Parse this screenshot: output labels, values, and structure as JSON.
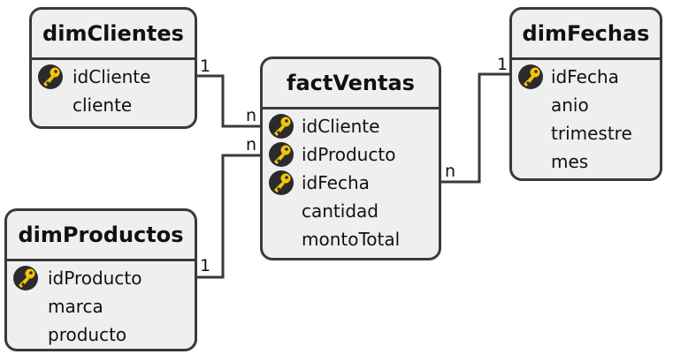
{
  "entities": {
    "dimClientes": {
      "title": "dimClientes",
      "attributes": [
        {
          "name": "idCliente",
          "key": true
        },
        {
          "name": "cliente",
          "key": false
        }
      ]
    },
    "dimProductos": {
      "title": "dimProductos",
      "attributes": [
        {
          "name": "idProducto",
          "key": true
        },
        {
          "name": "marca",
          "key": false
        },
        {
          "name": "producto",
          "key": false
        }
      ]
    },
    "factVentas": {
      "title": "factVentas",
      "attributes": [
        {
          "name": "idCliente",
          "key": true
        },
        {
          "name": "idProducto",
          "key": true
        },
        {
          "name": "idFecha",
          "key": true
        },
        {
          "name": "cantidad",
          "key": false
        },
        {
          "name": "montoTotal",
          "key": false
        }
      ]
    },
    "dimFechas": {
      "title": "dimFechas",
      "attributes": [
        {
          "name": "idFecha",
          "key": true
        },
        {
          "name": "anio",
          "key": false
        },
        {
          "name": "trimestre",
          "key": false
        },
        {
          "name": "mes",
          "key": false
        }
      ]
    }
  },
  "relationships": [
    {
      "from": "dimClientes.idCliente",
      "to": "factVentas.idCliente",
      "from_card": "1",
      "to_card": "n"
    },
    {
      "from": "dimProductos.idProducto",
      "to": "factVentas.idProducto",
      "from_card": "1",
      "to_card": "n"
    },
    {
      "from": "dimFechas.idFecha",
      "to": "factVentas.idFecha",
      "from_card": "1",
      "to_card": "n"
    }
  ],
  "icons": {
    "key": "key-icon"
  },
  "colors": {
    "key_badge": "#2b2b2b",
    "key_gold": "#f2c40d",
    "entity_fill": "#efefef",
    "border": "#3a3a3a"
  }
}
